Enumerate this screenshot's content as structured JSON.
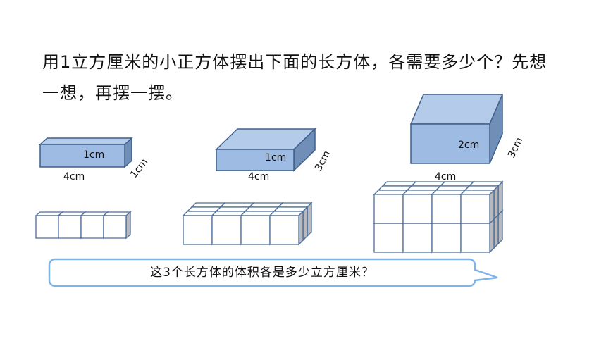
{
  "question": "用1立方厘米的小正方体摆出下面的长方体，各需要多少个？先想一想，再摆一摆。",
  "boxes": [
    {
      "length_label": "4cm",
      "height_label": "1cm",
      "width_label": "1cm"
    },
    {
      "length_label": "4cm",
      "height_label": "1cm",
      "width_label": "3cm"
    },
    {
      "length_label": "4cm",
      "height_label": "2cm",
      "width_label": "3cm"
    }
  ],
  "prompt": "这3个长方体的体积各是多少立方厘米？",
  "colors": {
    "box_front": "#9dbbe3",
    "box_top": "#b4cbea",
    "box_side": "#6f8fb8",
    "stroke": "#3f5f8a",
    "cube_side": "#b9b9bd",
    "bubble_border": "#7fb4e8"
  }
}
